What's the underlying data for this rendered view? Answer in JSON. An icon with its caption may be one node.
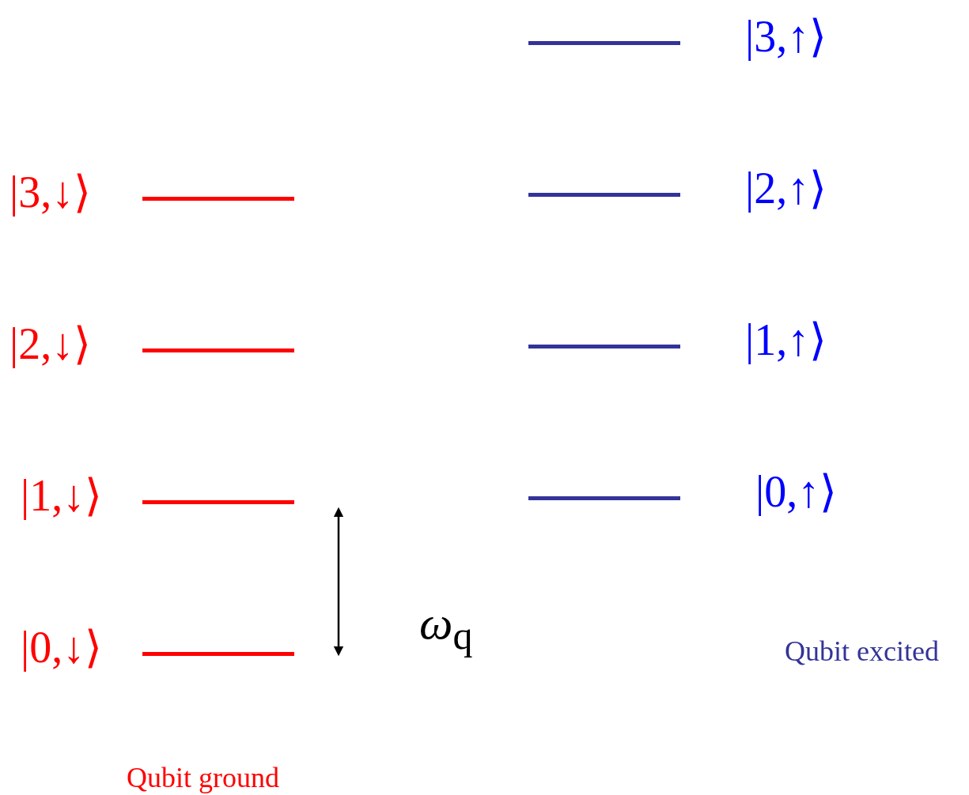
{
  "diagram": {
    "nodes": [
      {
        "text": [],
        "shape": "bar",
        "beside": [
          "|3,↓⟩"
        ]
      },
      {
        "text": [],
        "shape": "bar",
        "beside": [
          "|2,↓⟩"
        ]
      },
      {
        "text": [],
        "shape": "bar",
        "beside": [
          "|1,↓⟩"
        ]
      },
      {
        "text": [],
        "shape": "bar",
        "beside": [
          "|0,↓⟩"
        ]
      },
      {
        "text": [],
        "shape": "bar",
        "beside": [
          "|3,↑⟩"
        ]
      },
      {
        "text": [],
        "shape": "bar",
        "beside": [
          "|2,↑⟩"
        ]
      },
      {
        "text": [],
        "shape": "bar",
        "beside": [
          "|1,↑⟩"
        ]
      },
      {
        "text": [],
        "shape": "bar",
        "beside": [
          "|0,↑⟩"
        ]
      }
    ],
    "labels": [
      "*ω*$_{q}$",
      "Qubit excited",
      "Qubit ground"
    ]
  }
}
